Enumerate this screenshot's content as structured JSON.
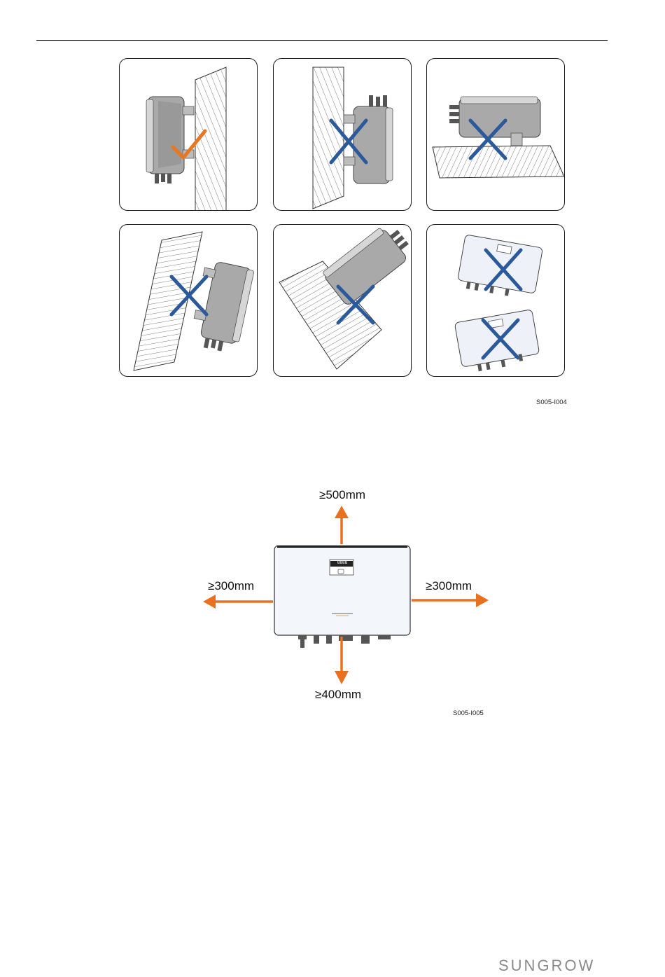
{
  "figures": [
    {
      "code": "S005-I004",
      "panels": [
        {
          "mark": "check",
          "mark_color": "#E87722"
        },
        {
          "mark": "cross",
          "mark_color": "#2A5A9B"
        },
        {
          "mark": "cross",
          "mark_color": "#2A5A9B"
        },
        {
          "mark": "cross",
          "mark_color": "#2A5A9B"
        },
        {
          "mark": "cross",
          "mark_color": "#2A5A9B"
        },
        {
          "mark": "cross",
          "mark_color": "#2A5A9B"
        }
      ]
    },
    {
      "code": "S005-I005",
      "clearances": {
        "top": "≥500mm",
        "left": "≥300mm",
        "right": "≥300mm",
        "bottom": "≥400mm"
      },
      "display_text": "8888",
      "arrow_color": "#E8701E"
    }
  ],
  "footer": {
    "brand": "SUNGROW"
  }
}
